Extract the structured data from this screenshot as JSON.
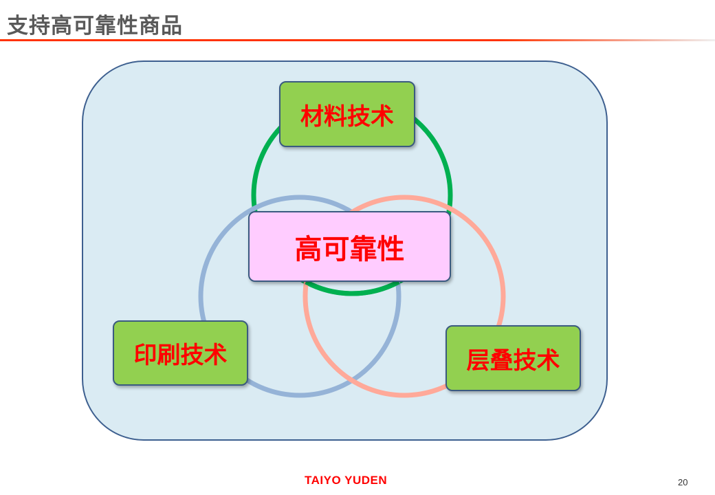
{
  "title": "支持高可靠性商品",
  "diagram": {
    "top": "材料技术",
    "center": "高可靠性",
    "left": "印刷技术",
    "right": "层叠技术",
    "colors": {
      "green": "#00b050",
      "blue": "#95b3d7",
      "salmon": "#ffa999"
    }
  },
  "footer": {
    "logo": "TAIYO YUDEN",
    "page": "20"
  }
}
